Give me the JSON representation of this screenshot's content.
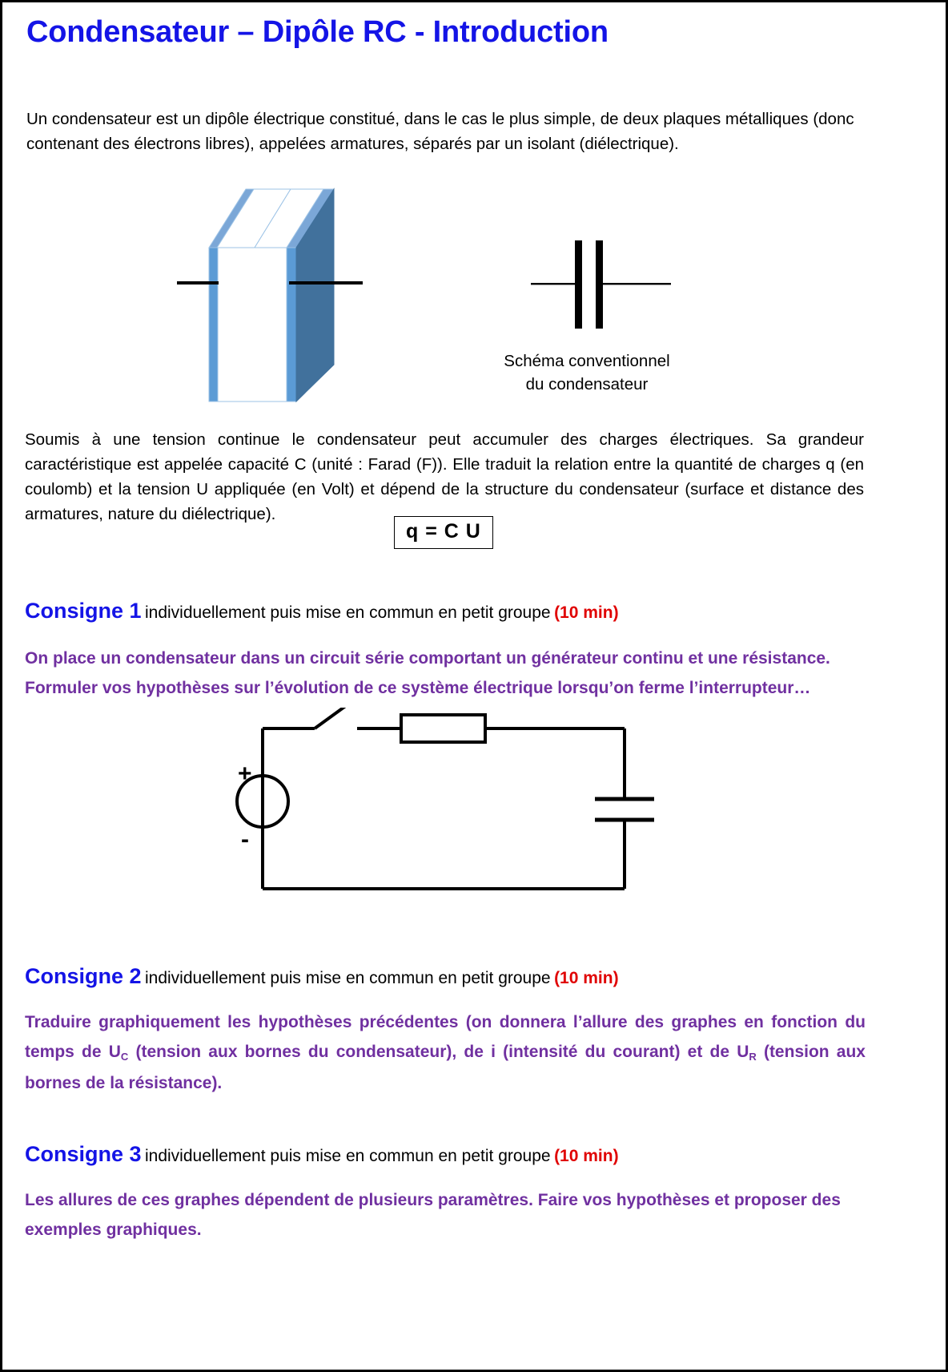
{
  "document": {
    "title": "Condensateur – Dipôle RC - Introduction",
    "title_color": "#1414E6",
    "border_color": "#000000"
  },
  "intro": {
    "paragraph": "Un condensateur est un dipôle électrique constitué, dans le cas le plus simple, de deux plaques métalliques (donc contenant des électrons libres), appelées armatures, séparés par un isolant (diélectrique)."
  },
  "figures": {
    "capacitor_3d": {
      "name": "3d-capacitor-illustration",
      "plate_color": "#5B9BD5",
      "plate_shadow_color": "#41719C",
      "lead_color": "#000000"
    },
    "capacitor_symbol": {
      "name": "conventional-capacitor-symbol",
      "caption_line1": "Schéma conventionnel",
      "caption_line2": "du condensateur",
      "color": "#000000"
    }
  },
  "capacity": {
    "paragraph": "Soumis à une tension continue le condensateur peut accumuler des charges électriques. Sa grandeur caractéristique est appelée capacité C (unité : Farad (F)). Elle traduit la relation entre la quantité de charges q (en coulomb) et la tension U appliquée (en Volt) et dépend de la structure du condensateur (surface et distance des armatures, nature du diélectrique).",
    "formula": "q = C U"
  },
  "consignes": [
    {
      "label": "Consigne 1",
      "desc": "individuellement puis mise en commun en petit groupe",
      "time": "(10 min)",
      "instruction_line1": "On place un condensateur dans un circuit série comportant un générateur continu et une résistance.",
      "instruction_line2": "Formuler vos hypothèses sur l’évolution de ce système électrique lorsqu’on ferme l’interrupteur…"
    },
    {
      "label": "Consigne 2",
      "desc": "individuellement puis mise en commun en petit groupe",
      "time": "(10 min)",
      "instruction_part1": "Traduire graphiquement les hypothèses précédentes (on donnera l’allure des graphes en fonction du temps de U",
      "instruction_sub1": "C",
      "instruction_part2": " (tension aux bornes du condensateur),  de i (intensité du courant) et de U",
      "instruction_sub2": "R",
      "instruction_part3": " (tension aux bornes de la résistance)."
    },
    {
      "label": "Consigne 3",
      "desc": "individuellement puis mise en commun en petit groupe",
      "time": "(10 min)",
      "instruction_line1": "Les allures de ces graphes dépendent de plusieurs paramètres. Faire vos hypothèses et proposer des",
      "instruction_line2": "exemples graphiques."
    }
  ],
  "circuit": {
    "name": "rc-series-circuit",
    "plus_label": "+",
    "minus_label": "-",
    "components": [
      "switch",
      "resistor",
      "capacitor",
      "dc-source"
    ],
    "line_color": "#000000"
  },
  "colors": {
    "heading_blue": "#1414E6",
    "instruction_purple": "#7030A0",
    "time_red": "#E00000",
    "text_black": "#000000"
  }
}
